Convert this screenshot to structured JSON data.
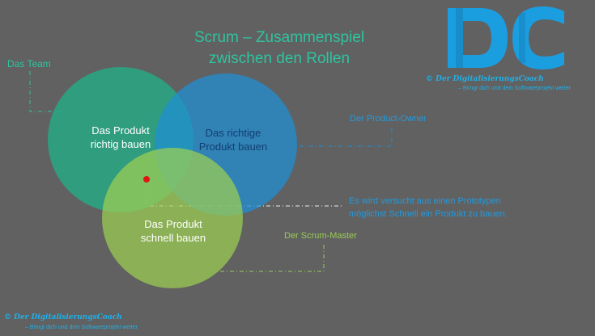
{
  "title_line1": "Scrum – Zusammenspiel",
  "title_line2": "zwischen den Rollen",
  "roles": {
    "team": "Das Team",
    "product_owner": "Der Product-Owner",
    "scrum_master": "Der Scrum-Master"
  },
  "circles": {
    "team": {
      "line1": "Das Produkt",
      "line2": "richtig bauen"
    },
    "product_owner": {
      "line1": "Das richtige",
      "line2": "Produkt bauen"
    },
    "scrum_master": {
      "line1": "Das Produkt",
      "line2": "schnell bauen"
    }
  },
  "note_line1": "Es wird versucht aus einen Prototypen",
  "note_line2": "möglichst Schnell ein Produkt zu bauen.",
  "logo": {
    "letters": "DC",
    "brand": "© Der DigitalisierungsCoach",
    "tagline": "– Bringt dich und dein Softwareprojekt weiter"
  },
  "footer": {
    "brand": "© Der DigitalisierungsCoach",
    "tagline": "– Bringt dich und dein Softwareprojekt weiter"
  },
  "colors": {
    "background": "#616161",
    "team": "#27a884",
    "product_owner": "#1f8fd6",
    "scrum_master": "#8fc24a",
    "title": "#2ec4a0",
    "logo": "#1b9ee0",
    "intersection_dot": "#e01616"
  }
}
